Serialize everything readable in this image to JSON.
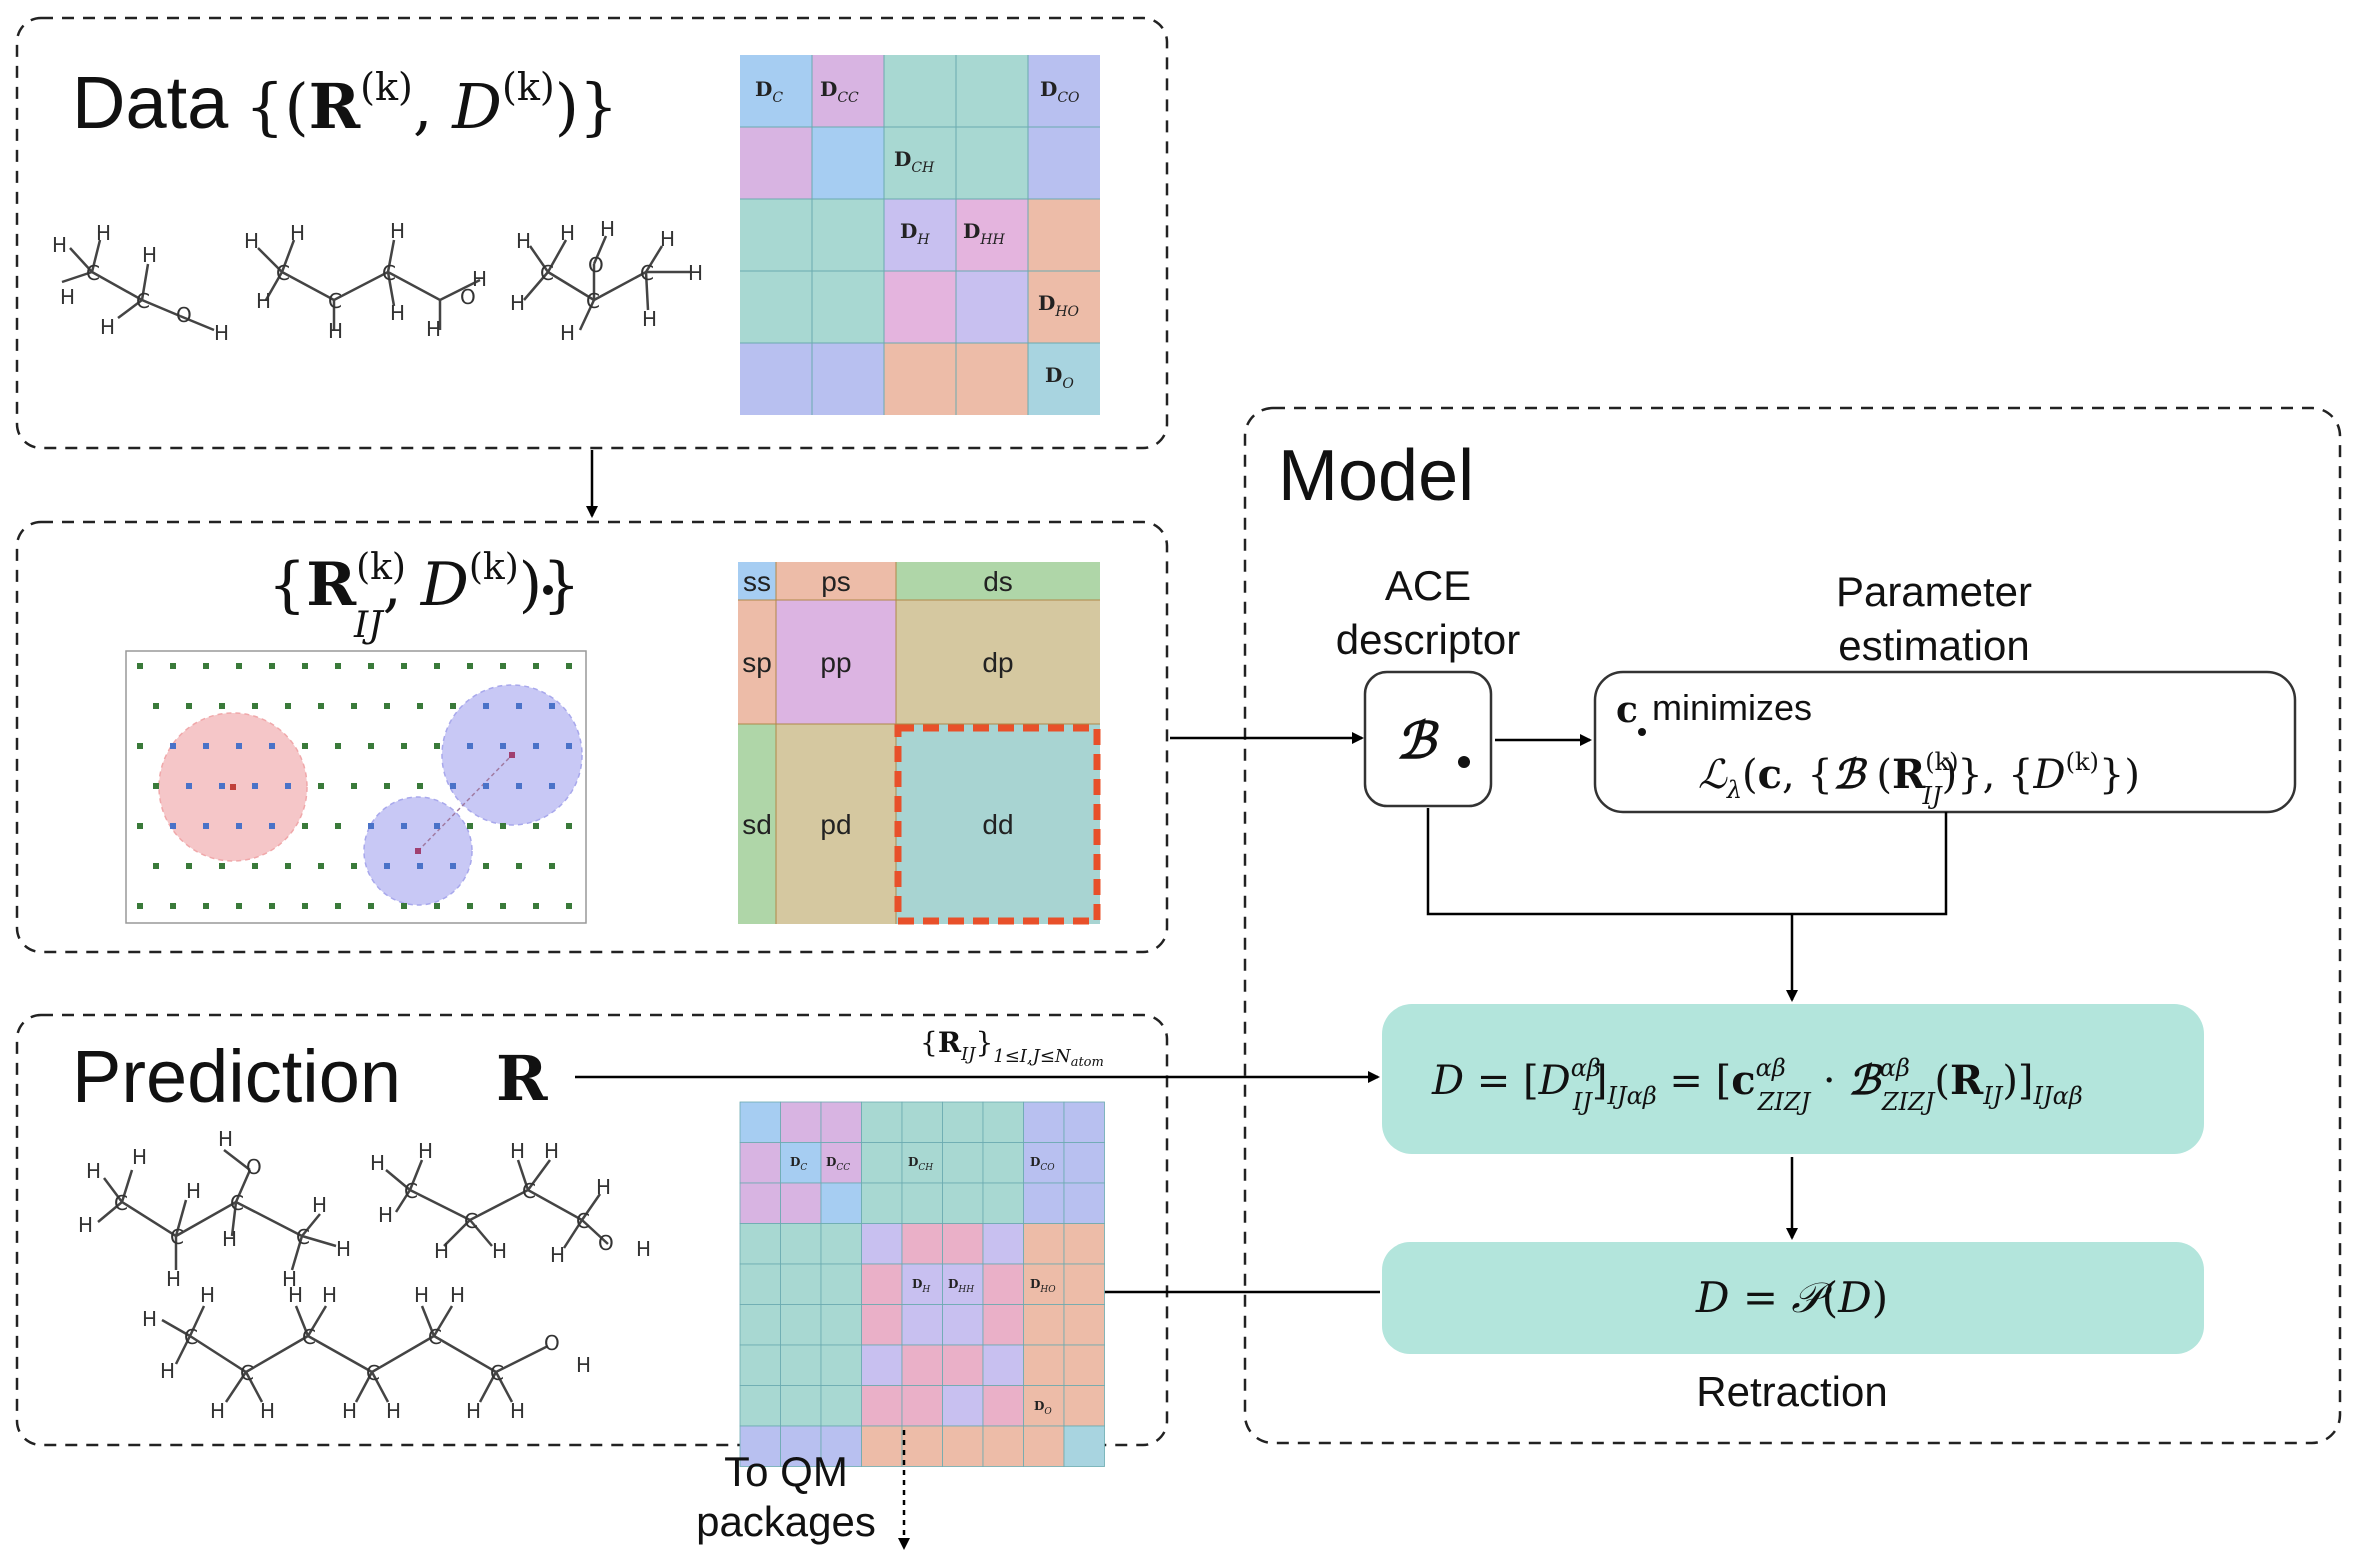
{
  "sections": {
    "data": {
      "title": "Data",
      "formula": "{(R(k), D(k))}"
    },
    "blocks": {
      "formula": "{R(k)IJ, D•(k))}"
    },
    "prediction": {
      "title": "Prediction",
      "symbol": "R"
    },
    "model": {
      "title": "Model"
    }
  },
  "model": {
    "ace_label": [
      "ACE",
      "descriptor"
    ],
    "ace_symbol": "ℬ•",
    "param_label": [
      "Parameter",
      "estimation"
    ],
    "param_line1": "minimizes",
    "param_formula": "ℒλ(c, {ℬ•(R(k)IJ)}, {D•(k)})",
    "d_formula": "D = [DαβIJ]IJαβ = [cαβZIZJ · ℬαβZIZJ(RIJ)]IJαβ",
    "retraction_formula": "D = 𝒫(D)",
    "retraction_label": "Retraction"
  },
  "arrows": {
    "prediction_label": "{RIJ}1≤I,J≤Natom",
    "qm_label": [
      "To QM",
      "packages"
    ]
  },
  "matrix_data": {
    "labels": [
      "DC",
      "DCC",
      "DCO",
      "DCH",
      "DH",
      "DHH",
      "DHO",
      "DO"
    ]
  },
  "orbital_blocks": [
    "ss",
    "ps",
    "ds",
    "sp",
    "pp",
    "dp",
    "sd",
    "pd",
    "dd"
  ],
  "colors": {
    "teal_box": "#b3e5dc",
    "pink_circle": "#f5c6c8",
    "blue_circle": "#c8c8f5",
    "dd_highlight": "#e8502a"
  }
}
